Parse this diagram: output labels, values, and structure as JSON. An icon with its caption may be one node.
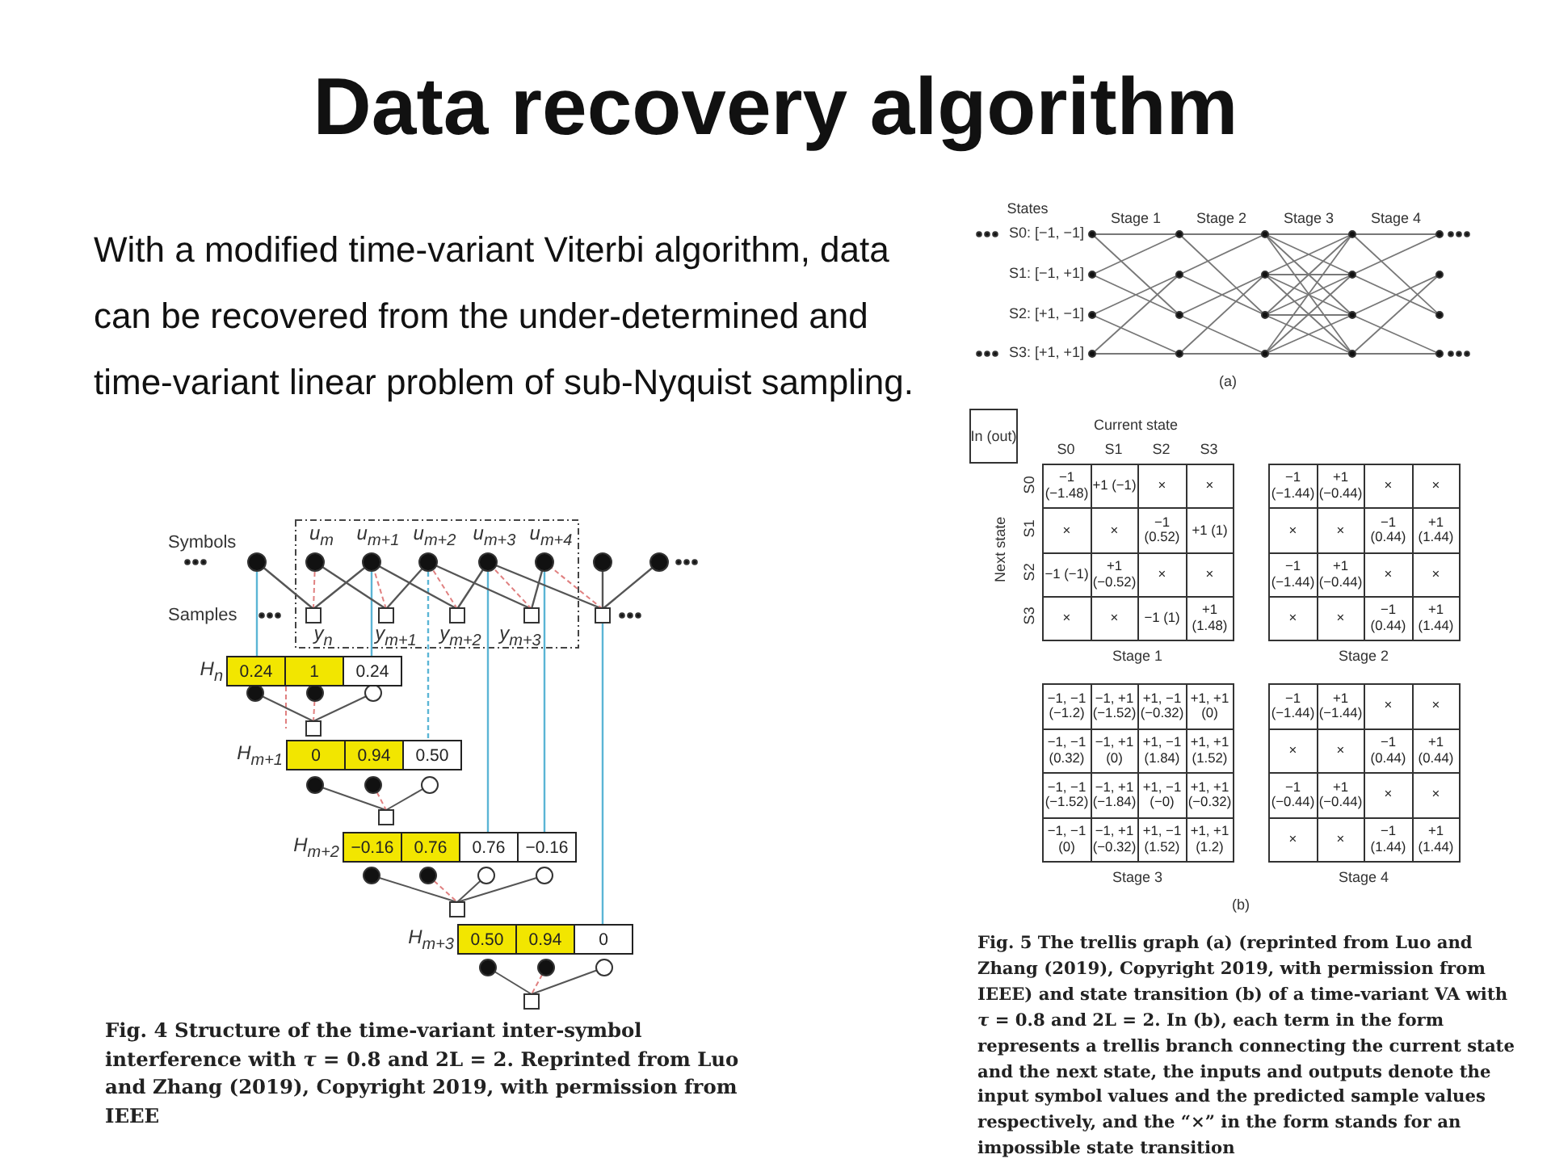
{
  "diagram": {
    "title": "Data recovery algorithm",
    "labels": [
      "With a modified time-variant Viterbi algorithm, data can be recovered from the under-determined and time-variant linear problem of sub-Nyquist sampling.",
      "Symbols",
      "u$_{m}$",
      "u$_{m+1}$",
      "u$_{m+2}$",
      "u$_{m+3}$",
      "u$_{m+4}$",
      "Samples",
      "y$_{n}$",
      "y$_{m+1}$",
      "y$_{m+2}$",
      "y$_{m+3}$",
      "H$_{n}$",
      "0.24",
      "1",
      "0.24",
      "H$_{m+1}$",
      "0",
      "0.94",
      "0.50",
      "H$_{m+2}$",
      "−0.16",
      "0.76",
      "0.76",
      "−0.16",
      "H$_{m+3}$",
      "0.50",
      "0.94",
      "0",
      "Fig. 4 Structure of the time-variant inter-symbol interference with *τ* = 0.8 and 2L = 2. Reprinted from Luo and Zhang (2019), Copyright 2019, with permission from IEEE",
      "States",
      "S0: [−1, −1]",
      "S1: [−1, +1]",
      "S2: [+1, −1]",
      "S3: [+1, +1]",
      "Stage 1",
      "Stage 2",
      "Stage 3",
      "Stage 4",
      "(a)",
      "In (out)",
      "Current state",
      "S0",
      "S1",
      "S2",
      "S3",
      "Next state",
      "S0",
      "S1",
      "S2",
      "S3",
      "−1 (−1.48)",
      "+1 (−1)",
      "×",
      "×",
      "×",
      "×",
      "−1 (0.52)",
      "+1 (1)",
      "−1 (−1)",
      "+1 (−0.52)",
      "×",
      "×",
      "×",
      "×",
      "−1 (1)",
      "+1 (1.48)",
      "Stage 1",
      "−1 (−1.44)",
      "+1 (−0.44)",
      "×",
      "×",
      "×",
      "×",
      "−1 (0.44)",
      "+1 (1.44)",
      "−1 (−1.44)",
      "+1 (−0.44)",
      "×",
      "×",
      "×",
      "×",
      "−1 (0.44)",
      "+1 (1.44)",
      "Stage 2",
      "−1, −1 (−1.2)",
      "−1, +1 (−1.52)",
      "+1, −1 (−0.32)",
      "+1, +1 (0)",
      "−1, −1 (0.32)",
      "−1, +1 (0)",
      "+1, −1 (1.84)",
      "+1, +1 (1.52)",
      "−1, −1 (−1.52)",
      "−1, +1 (−1.84)",
      "+1, −1 (−0)",
      "+1, +1 (−0.32)",
      "−1, −1 (0)",
      "−1, +1 (−0.32)",
      "+1, −1 (1.52)",
      "+1, +1 (1.2)",
      "Stage 3",
      "−1 (−1.44)",
      "+1 (−1.44)",
      "×",
      "×",
      "×",
      "×",
      "−1 (0.44)",
      "+1 (0.44)",
      "−1 (−0.44)",
      "+1 (−0.44)",
      "×",
      "×",
      "×",
      "×",
      "−1 (1.44)",
      "+1 (1.44)",
      "Stage 4",
      "(b)",
      "Fig. 5 The trellis graph (a) (reprinted from Luo and Zhang (2019), Copyright 2019, with permission from IEEE) and state transition (b) of a time-variant VA with *τ* = 0.8 and 2L = 2. In (b), each term in the form represents a trellis branch connecting the current state and the next state, the inputs and outputs denote the input symbol values and the predicted sample values respectively, and the “×” in the form stands for an impossible state transition"
    ]
  }
}
